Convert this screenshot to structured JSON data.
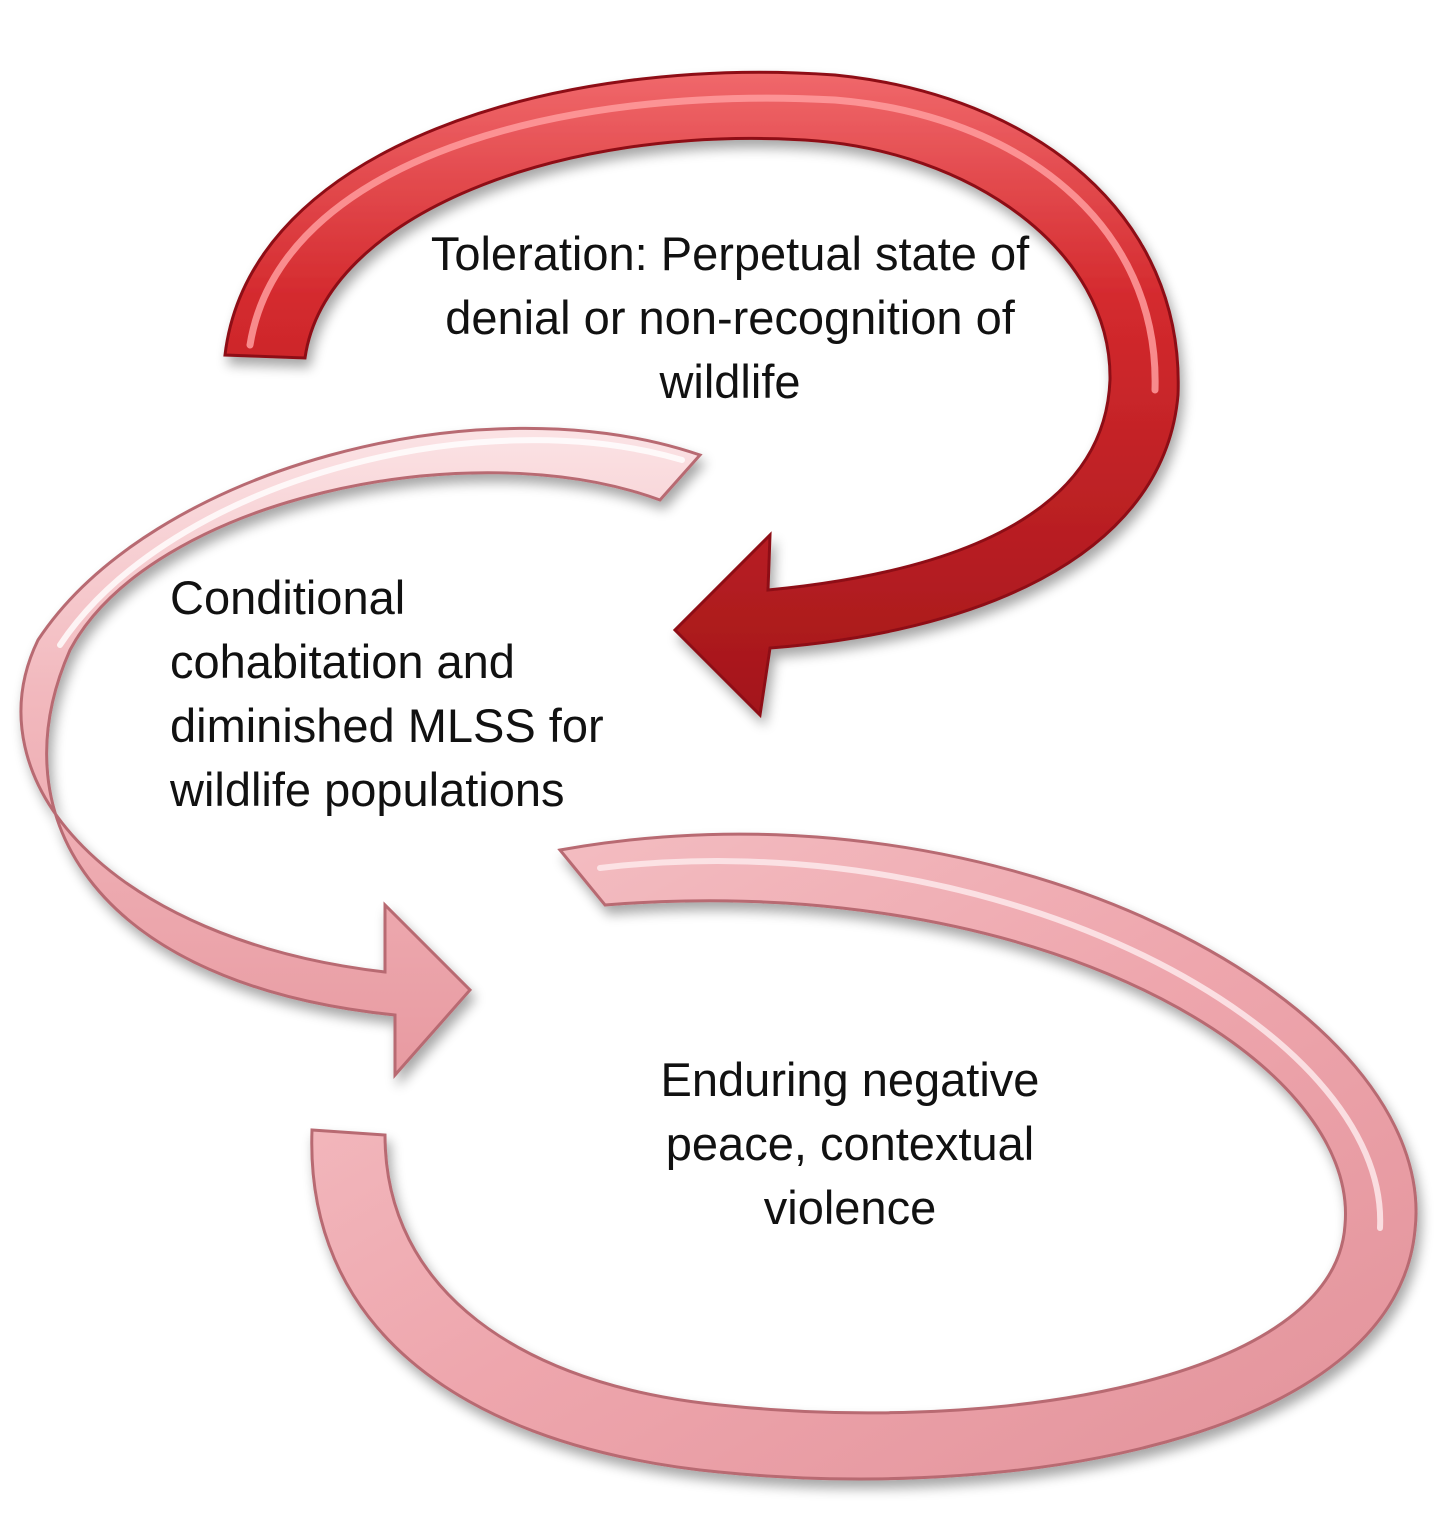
{
  "colors": {
    "strong_arrow": "#d42a2e",
    "strong_arrow_dark": "#8e1014",
    "light_arrow": "#f2b5ba",
    "light_arrow_dark": "#b86a72",
    "text": "#111111",
    "background": "#ffffff"
  },
  "nodes": {
    "toleration": {
      "lines": [
        "Toleration: Perpetual state of",
        "denial or non-recognition of",
        "wildlife"
      ]
    },
    "conditional": {
      "lines": [
        "Conditional",
        "cohabitation and",
        "diminished MLSS for",
        "wildlife populations"
      ]
    },
    "enduring": {
      "lines": [
        "Enduring negative",
        "peace, contextual",
        "violence"
      ]
    }
  },
  "edges": [
    {
      "from": "toleration",
      "to": "conditional",
      "style": "strong"
    },
    {
      "from": "conditional",
      "to": "enduring",
      "style": "light"
    },
    {
      "from": "enduring",
      "to": "enduring",
      "style": "light",
      "shape": "loop"
    }
  ]
}
